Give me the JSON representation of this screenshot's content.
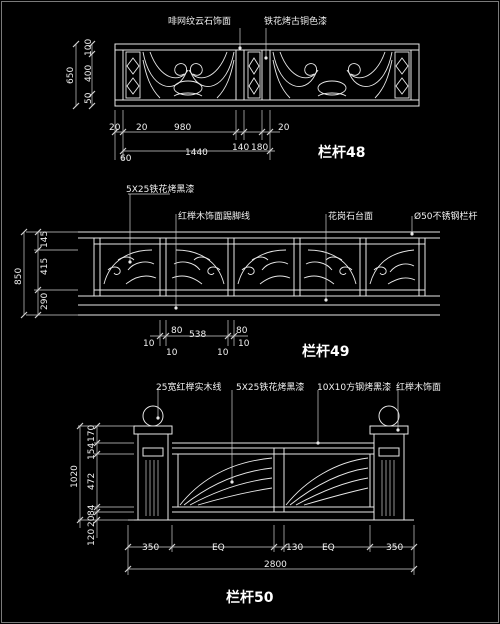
{
  "colors": {
    "background": "#000000",
    "line": "#e8e8e8",
    "border": "#7a7a7a"
  },
  "d48": {
    "title": "栏杆48",
    "labels": {
      "stone": "啡网纹云石饰面",
      "iron": "铁花烤古铜色漆"
    },
    "vdims": [
      "100",
      "400",
      "50"
    ],
    "vtotal": "650",
    "hdims": [
      "20",
      "20",
      "980",
      "140",
      "180",
      "20"
    ],
    "htotal_left": "60",
    "htotal": "1440"
  },
  "d49": {
    "title": "栏杆49",
    "labels": {
      "iron": "5X25铁花烤黑漆",
      "wood": "红榉木饰面踢脚线",
      "granite": "花岗石台面",
      "steel": "Ø50不锈钢栏杆"
    },
    "vdims": [
      "145",
      "415",
      "290"
    ],
    "vtotal": "850",
    "hdims": [
      "80",
      "538",
      "80",
      "10",
      "10",
      "10",
      "10"
    ]
  },
  "d50": {
    "title": "栏杆50",
    "labels": {
      "ball": "25宽红榉实木线",
      "iron": "5X25铁花烤黑漆",
      "tube": "10X10方钢烤黑漆",
      "post": "红榉木饰面"
    },
    "vdims": [
      "170",
      "154",
      "472",
      "84",
      "20",
      "120"
    ],
    "vtotal": "1020",
    "hdims": [
      "350",
      "EQ",
      "130",
      "EQ",
      "350"
    ],
    "htotal": "2800"
  }
}
